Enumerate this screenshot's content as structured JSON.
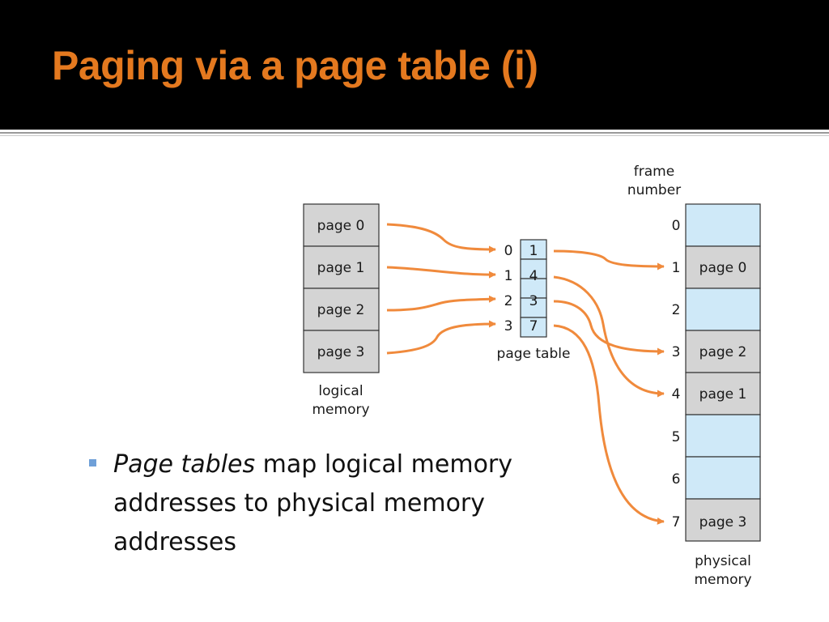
{
  "slide": {
    "title": "Paging via a page table (i)"
  },
  "diagram": {
    "logical_memory": {
      "label_line1": "logical",
      "label_line2": "memory",
      "pages": [
        "page 0",
        "page 1",
        "page 2",
        "page 3"
      ]
    },
    "page_table": {
      "label": "page table",
      "indices": [
        "0",
        "1",
        "2",
        "3"
      ],
      "frames": [
        "1",
        "4",
        "3",
        "7"
      ]
    },
    "physical_memory": {
      "header_line1": "frame",
      "header_line2": "number",
      "label_line1": "physical",
      "label_line2": "memory",
      "frame_numbers": [
        "0",
        "1",
        "2",
        "3",
        "4",
        "5",
        "6",
        "7"
      ],
      "frame_contents": [
        "",
        "page 0",
        "",
        "page 2",
        "page 1",
        "",
        "",
        "page 3"
      ]
    }
  },
  "bullet": {
    "emphasis": "Page tables",
    "text": " map logical memory addresses to physical memory addresses"
  },
  "colors": {
    "title": "#e4791f",
    "arrow": "#f08a3c",
    "logical_fill": "#d4d4d4",
    "table_fill": "#cfe9f8",
    "free_frame_fill": "#cfe9f8",
    "used_frame_fill": "#d4d4d4",
    "bullet_marker": "#6fa0d8"
  }
}
